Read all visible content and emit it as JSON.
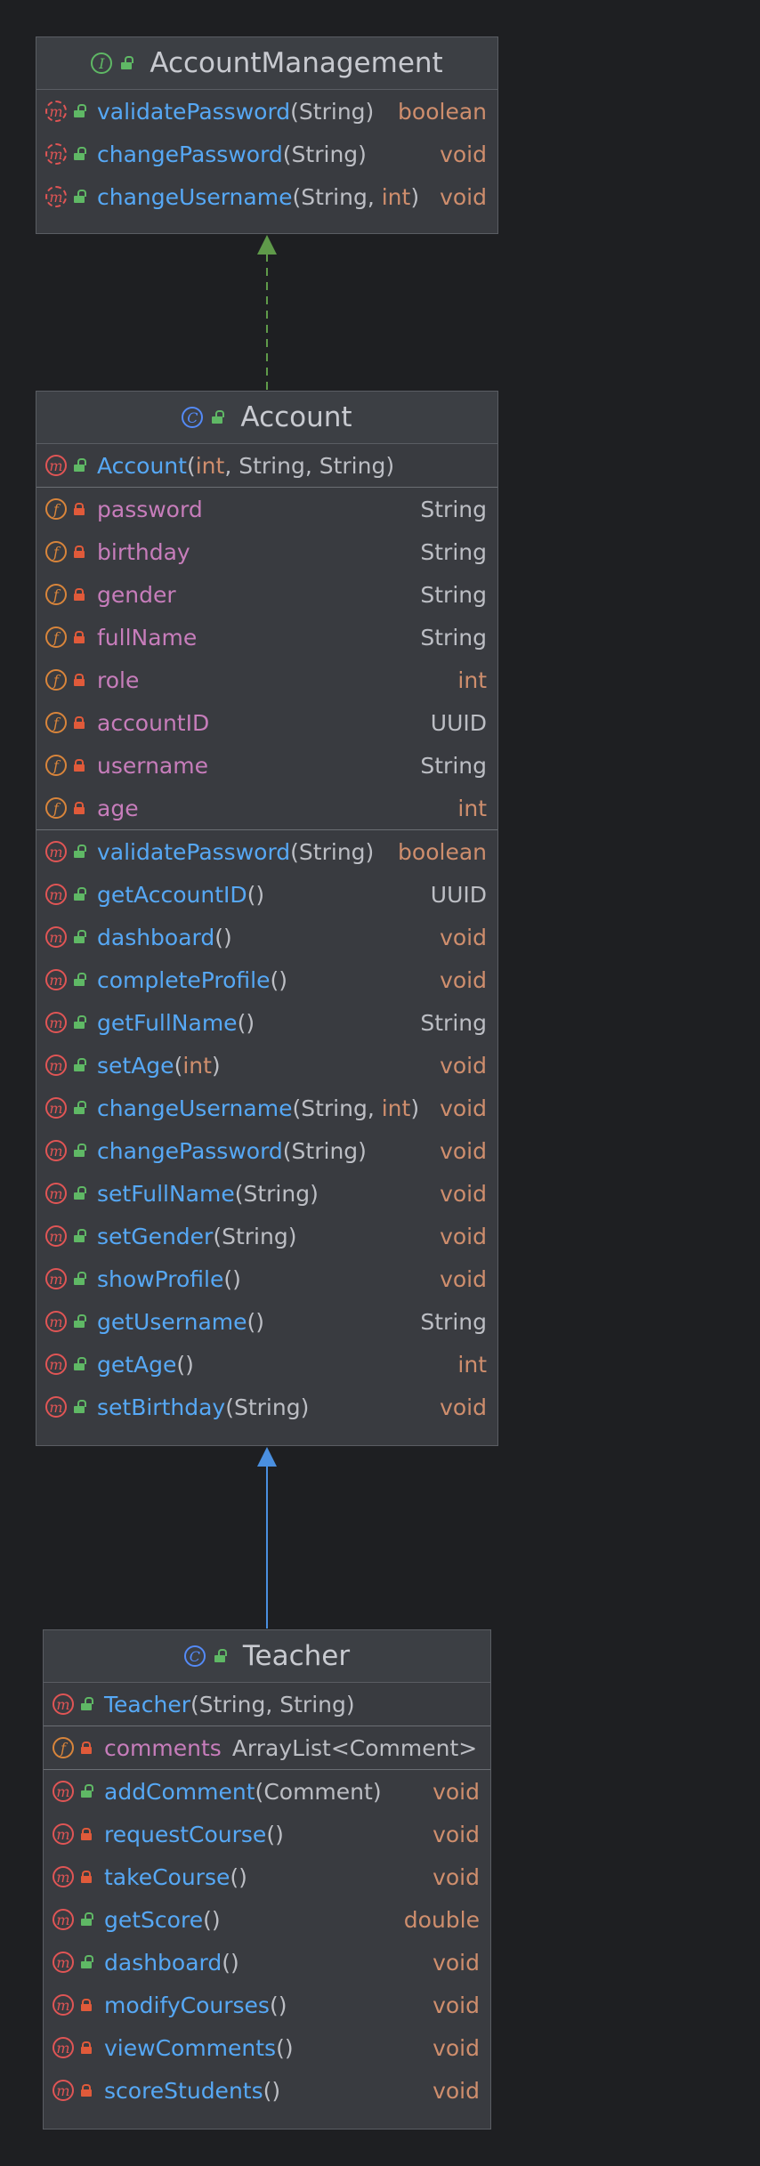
{
  "interface": {
    "title": "AccountManagement",
    "methods": [
      {
        "name": "validatePassword",
        "params": [
          "String"
        ],
        "ret": "boolean"
      },
      {
        "name": "changePassword",
        "params": [
          "String"
        ],
        "ret": "void"
      },
      {
        "name": "changeUsername",
        "params": [
          "String",
          "int"
        ],
        "ret": "void"
      }
    ]
  },
  "account": {
    "title": "Account",
    "constructors": [
      {
        "name": "Account",
        "params": [
          "int",
          "String",
          "String"
        ]
      }
    ],
    "fields": [
      {
        "name": "password",
        "type": "String"
      },
      {
        "name": "birthday",
        "type": "String"
      },
      {
        "name": "gender",
        "type": "String"
      },
      {
        "name": "fullName",
        "type": "String"
      },
      {
        "name": "role",
        "type": "int"
      },
      {
        "name": "accountID",
        "type": "UUID"
      },
      {
        "name": "username",
        "type": "String"
      },
      {
        "name": "age",
        "type": "int"
      }
    ],
    "methods": [
      {
        "name": "validatePassword",
        "params": [
          "String"
        ],
        "ret": "boolean"
      },
      {
        "name": "getAccountID",
        "params": [],
        "ret": "UUID"
      },
      {
        "name": "dashboard",
        "params": [],
        "ret": "void"
      },
      {
        "name": "completeProfile",
        "params": [],
        "ret": "void"
      },
      {
        "name": "getFullName",
        "params": [],
        "ret": "String"
      },
      {
        "name": "setAge",
        "params": [
          "int"
        ],
        "ret": "void"
      },
      {
        "name": "changeUsername",
        "params": [
          "String",
          "int"
        ],
        "ret": "void"
      },
      {
        "name": "changePassword",
        "params": [
          "String"
        ],
        "ret": "void"
      },
      {
        "name": "setFullName",
        "params": [
          "String"
        ],
        "ret": "void"
      },
      {
        "name": "setGender",
        "params": [
          "String"
        ],
        "ret": "void"
      },
      {
        "name": "showProfile",
        "params": [],
        "ret": "void"
      },
      {
        "name": "getUsername",
        "params": [],
        "ret": "String"
      },
      {
        "name": "getAge",
        "params": [],
        "ret": "int"
      },
      {
        "name": "setBirthday",
        "params": [
          "String"
        ],
        "ret": "void"
      }
    ]
  },
  "teacher": {
    "title": "Teacher",
    "constructors": [
      {
        "name": "Teacher",
        "params": [
          "String",
          "String"
        ]
      }
    ],
    "fields": [
      {
        "name": "comments",
        "type": "ArrayList<Comment>"
      }
    ],
    "methods": [
      {
        "name": "addComment",
        "params": [
          "Comment"
        ],
        "ret": "void",
        "access": "public"
      },
      {
        "name": "requestCourse",
        "params": [],
        "ret": "void",
        "access": "private"
      },
      {
        "name": "takeCourse",
        "params": [],
        "ret": "void",
        "access": "private"
      },
      {
        "name": "getScore",
        "params": [],
        "ret": "double",
        "access": "public"
      },
      {
        "name": "dashboard",
        "params": [],
        "ret": "void",
        "access": "public"
      },
      {
        "name": "modifyCourses",
        "params": [],
        "ret": "void",
        "access": "private"
      },
      {
        "name": "viewComments",
        "params": [],
        "ret": "void",
        "access": "private"
      },
      {
        "name": "scoreStudents",
        "params": [],
        "ret": "void",
        "access": "private"
      }
    ]
  },
  "colors": {
    "background": "#1e1f22",
    "implements_arrow": "#5f9a4a",
    "extends_arrow": "#4a8fe0",
    "method_name": "#56a8f5",
    "field_name": "#c77dbb",
    "primitive": "#cf8e6d"
  },
  "icons": {
    "interface": "interface-icon",
    "class": "class-icon",
    "method": "method-icon",
    "field": "field-icon",
    "public": "unlocked-icon",
    "private": "locked-icon"
  }
}
